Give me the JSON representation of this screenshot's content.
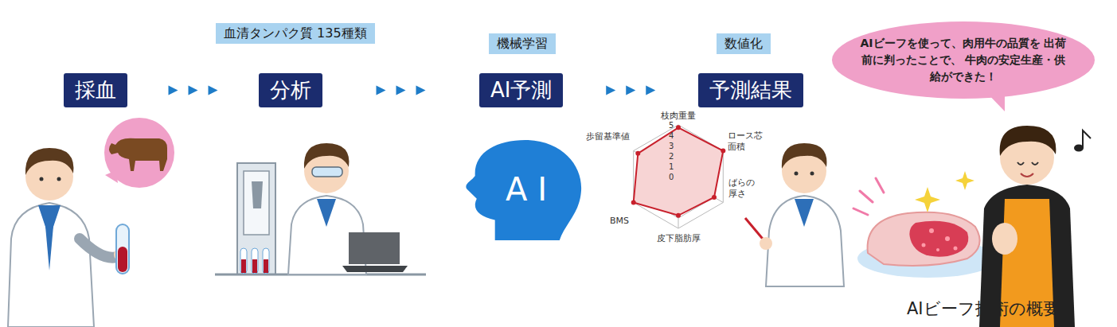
{
  "diagram": {
    "caption": "AIビーフ技術の概要",
    "nodes": [
      {
        "text": [
          "採血"
        ]
      },
      {
        "text": [
          "血清タンパク質 135種類"
        ]
      },
      {
        "text": [
          "分析"
        ]
      },
      {
        "text": [
          "機械学習"
        ]
      },
      {
        "text": [
          "AI予測"
        ]
      },
      {
        "text": [
          "数値化"
        ]
      },
      {
        "text": [
          "予測結果"
        ]
      },
      {
        "text": [
          "A I"
        ]
      },
      {
        "text": [
          "AIビーフを使って、肉用牛の品質を 出荷前に判ったことで、 牛肉の安定生産・供給ができた！"
        ]
      }
    ],
    "edges": [
      {
        "from": 0,
        "to": 2,
        "arrow": "to"
      },
      {
        "from": 2,
        "to": 4,
        "arrow": "to"
      },
      {
        "from": 4,
        "to": 6,
        "arrow": "to"
      }
    ],
    "labels": [
      "5",
      "4",
      "3",
      "2",
      "1",
      "0",
      "枝肉重量",
      "ロース芯 面積",
      "ばらの 厚さ",
      "皮下脂肪厚",
      "BMS",
      "歩留基準値"
    ]
  }
}
